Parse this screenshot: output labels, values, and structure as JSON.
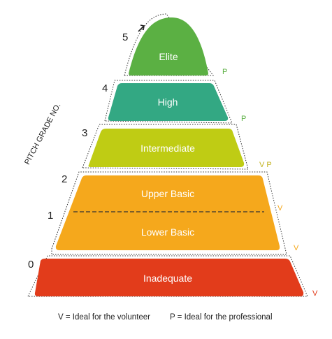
{
  "axis_label": "PITCH GRADE NO.",
  "grades": [
    {
      "number": "5",
      "label": "Elite",
      "color": "#5bb043",
      "marks": "P"
    },
    {
      "number": "4",
      "label": "High",
      "color": "#33a883",
      "marks": "P"
    },
    {
      "number": "3",
      "label": "Intermediate",
      "color": "#bfcc14",
      "marks": "V P"
    },
    {
      "number": "2",
      "label": "Upper Basic",
      "color": "#f5a81c",
      "marks": "V"
    },
    {
      "number": "1",
      "label": "Lower Basic",
      "color": "#f5a81c",
      "marks": "V"
    },
    {
      "number": "0",
      "label": "Inadequate",
      "color": "#e23c1b",
      "marks": "V"
    }
  ],
  "mark_colors": {
    "V": "#f5a81c",
    "P": "#5bb043",
    "V_low": "#e23c1b"
  },
  "legend": {
    "volunteer": "V = Ideal for the volunteer",
    "professional": "P = Ideal for the professional"
  }
}
